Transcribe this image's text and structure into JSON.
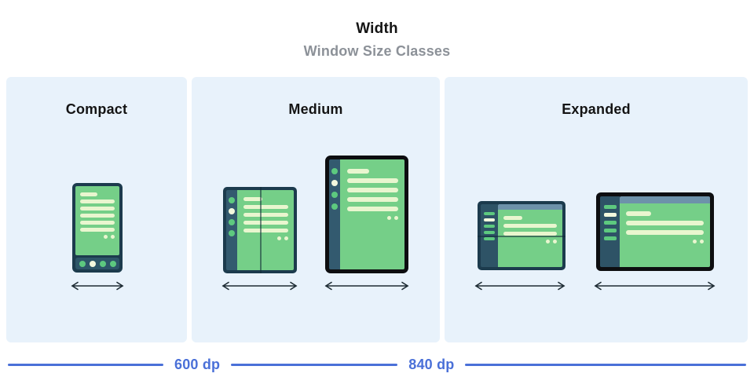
{
  "header": {
    "title": "Width",
    "subtitle": "Window Size Classes"
  },
  "panels": [
    {
      "id": "compact",
      "label": "Compact",
      "devices": [
        "phone"
      ]
    },
    {
      "id": "medium",
      "label": "Medium",
      "devices": [
        "foldable-open-portrait",
        "tablet-portrait"
      ]
    },
    {
      "id": "expanded",
      "label": "Expanded",
      "devices": [
        "foldable-landscape",
        "large-tablet-landscape"
      ]
    }
  ],
  "axis": {
    "breakpoint_1": "600 dp",
    "breakpoint_2": "840 dp"
  },
  "colors": {
    "panel_bg": "#e8f2fb",
    "frame_navy": "#1c3b4d",
    "frame_black": "#0d0e10",
    "rail_navy": "#335a6f",
    "sidebar_navy": "#2e5366",
    "screen_green": "#75cf88",
    "content_cream": "#e9f6cf",
    "accent_green": "#5dc97f",
    "highlight_cream": "#f2f8dd",
    "topbar_blue": "#6d92aa",
    "subtitle_gray": "#8c9198",
    "axis_blue": "#4a70d8"
  }
}
